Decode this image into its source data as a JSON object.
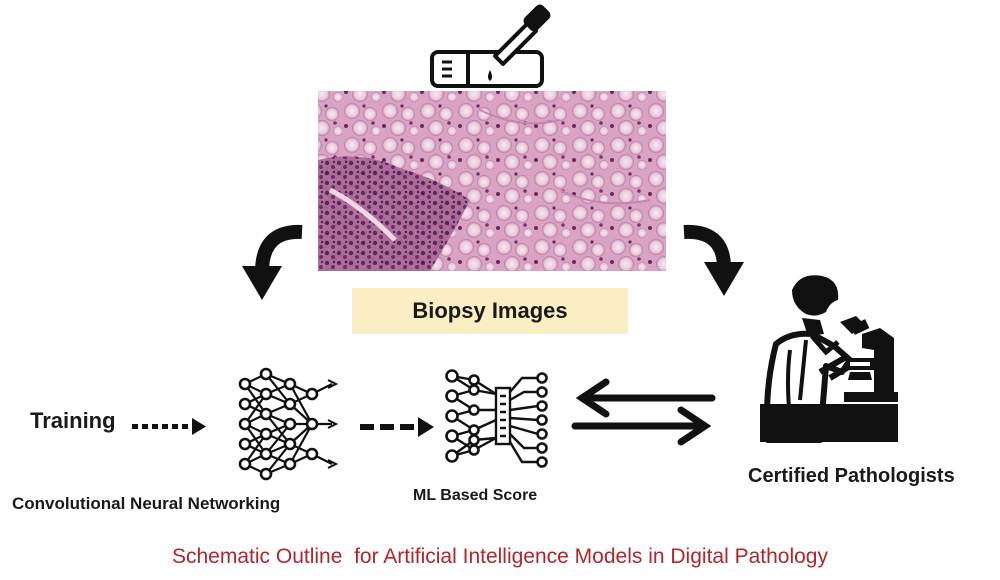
{
  "banner": {
    "biopsy_images": "Biopsy Images"
  },
  "pipeline": {
    "training": "Training",
    "cnn": "Convolutional Neural Networking",
    "ml_score": "ML Based Score",
    "pathologists": "Certified Pathologists"
  },
  "caption": "Schematic Outline  for Artificial Intelligence Models in Digital Pathology",
  "colors": {
    "caption": "#b0262b",
    "banner": "#fbeec2",
    "tissue": "#d9a3c4",
    "ink": "#111111"
  },
  "icons": [
    "slide-dropper-icon",
    "biopsy-tissue-image",
    "curved-arrow-left-icon",
    "curved-arrow-right-icon",
    "neural-network-icon",
    "ml-score-icon",
    "bidirectional-arrows-icon",
    "pathologist-microscope-icon"
  ]
}
